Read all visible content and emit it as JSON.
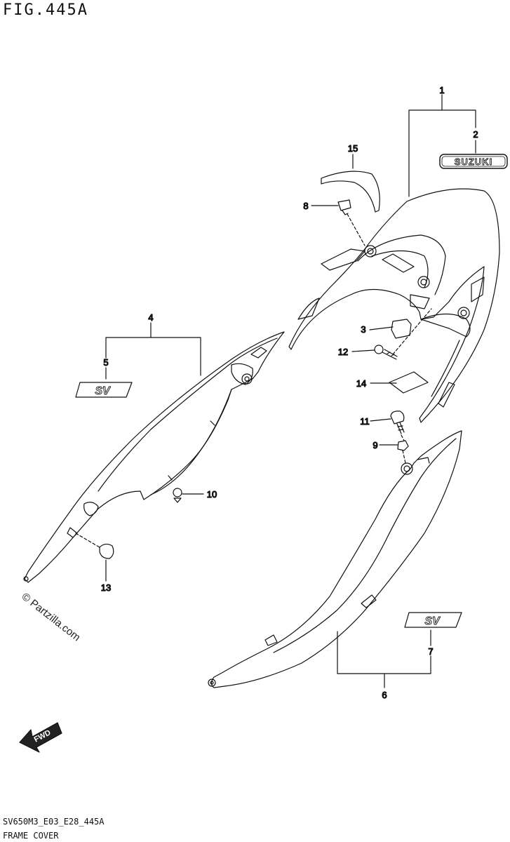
{
  "figure": {
    "title": "FIG.445A",
    "model_code": "SV650M3_E03_E28_445A",
    "section_name": "FRAME COVER"
  },
  "callouts": [
    {
      "id": "c1",
      "label": "1"
    },
    {
      "id": "c2",
      "label": "2"
    },
    {
      "id": "c3",
      "label": "3"
    },
    {
      "id": "c4",
      "label": "4"
    },
    {
      "id": "c5",
      "label": "5"
    },
    {
      "id": "c6",
      "label": "6"
    },
    {
      "id": "c7",
      "label": "7"
    },
    {
      "id": "c8",
      "label": "8"
    },
    {
      "id": "c9",
      "label": "9"
    },
    {
      "id": "c10",
      "label": "10"
    },
    {
      "id": "c11",
      "label": "11"
    },
    {
      "id": "c12",
      "label": "12"
    },
    {
      "id": "c13",
      "label": "13"
    },
    {
      "id": "c14",
      "label": "14"
    },
    {
      "id": "c15",
      "label": "15"
    }
  ],
  "emblems": {
    "suzuki": "SUZUKI",
    "sv_left": "SV",
    "sv_right": "SV"
  },
  "watermark": "© Partzilla.com",
  "fwd_label": "FWD"
}
